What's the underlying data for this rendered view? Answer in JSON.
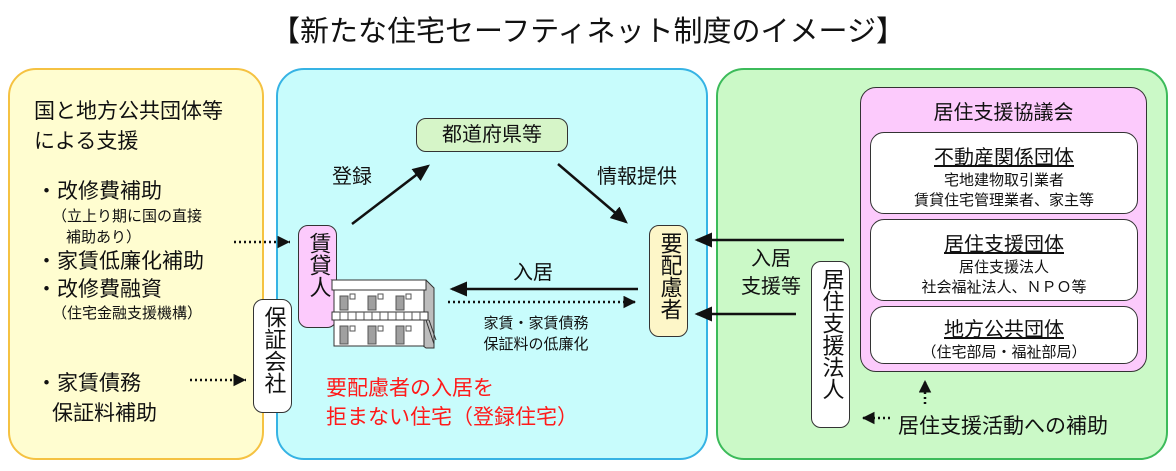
{
  "title": "【新たな住宅セーフティネット制度のイメージ】",
  "left_panel": {
    "heading_line1": "国と地方公共団体等",
    "heading_line2": "による支援",
    "items": [
      {
        "label": "・改修費補助",
        "note_line1": "（立上り期に国の直接",
        "note_line2": "補助あり）"
      },
      {
        "label": "・家賃低廉化補助"
      },
      {
        "label": "・改修費融資",
        "note_line1": "（住宅金融支援機構）"
      },
      {
        "label_line1": "・家賃債務",
        "label_line2": "保証料補助"
      }
    ]
  },
  "guarantee_company": "保証会社",
  "middle_panel": {
    "prefecture": "都道府県等",
    "register_label": "登録",
    "info_label": "情報提供",
    "landlord": "賃貸人",
    "needs_person": "要配慮者",
    "move_in_label": "入居",
    "reduction_line1": "家賃・家賃債務",
    "reduction_line2": "保証料の低廉化",
    "housing_line1": "要配慮者の入居を",
    "housing_line2": "拒まない住宅（登録住宅）"
  },
  "right_panel": {
    "support_label_line1": "入居",
    "support_label_line2": "支援等",
    "support_corp": "居住支援法人",
    "council": {
      "title": "居住支援協議会",
      "groups": [
        {
          "name": "不動産関係団体",
          "line1": "宅地建物取引業者",
          "line2": "賃貸住宅管理業者、家主等"
        },
        {
          "name": "居住支援団体",
          "line1": "居住支援法人",
          "line2": "社会福祉法人、ＮＰＯ等"
        },
        {
          "name": "地方公共団体",
          "line1": "（住宅部局・福祉部局）"
        }
      ]
    },
    "subsidy_label": "居住支援活動への補助"
  },
  "colors": {
    "left_bg": "#fffdd0",
    "left_border": "#f5c242",
    "mid_bg": "#c8fcfc",
    "mid_border": "#36b3e4",
    "right_bg": "#cbf9c7",
    "right_border": "#3cbb5a",
    "pink": "#fccafc",
    "prefecture_bg": "#d6f5c8",
    "needs_bg": "#fdf6c8",
    "red_text": "#ff1a1a"
  }
}
